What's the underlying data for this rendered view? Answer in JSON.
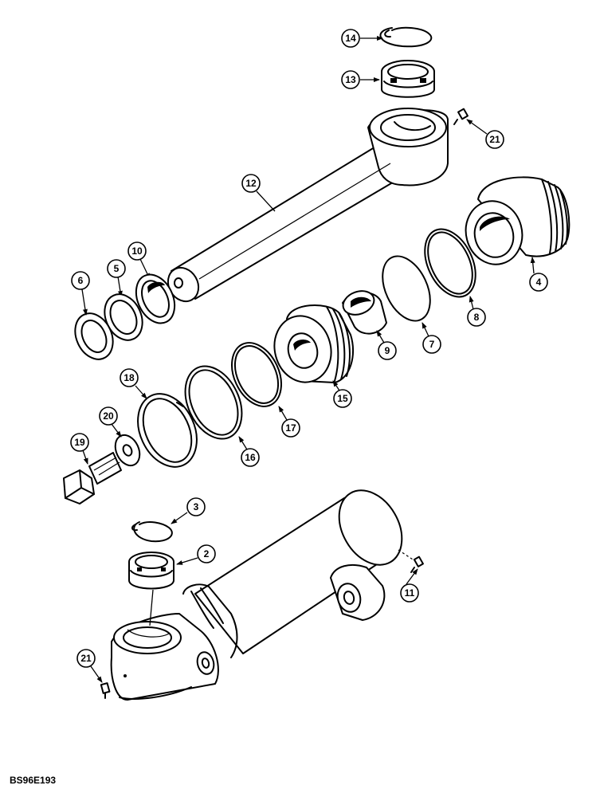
{
  "figure_code": "BS96E193",
  "callouts": [
    "14",
    "13",
    "21",
    "12",
    "4",
    "10",
    "5",
    "6",
    "8",
    "7",
    "9",
    "15",
    "17",
    "16",
    "18",
    "20",
    "19",
    "3",
    "2",
    "11",
    "21"
  ]
}
